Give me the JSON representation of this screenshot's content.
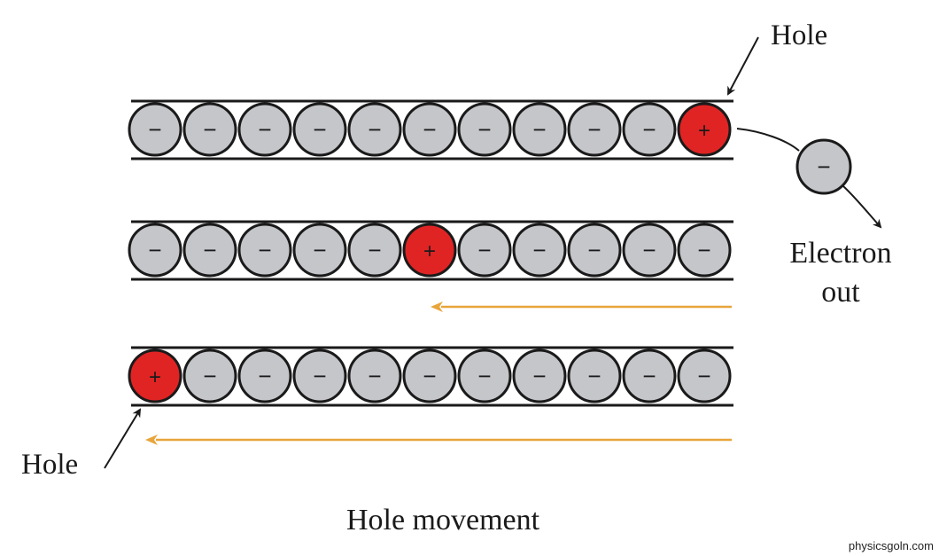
{
  "labels": {
    "hole_top": "Hole",
    "hole_bottom": "Hole",
    "electron_line1": "Electron",
    "electron_line2": "out",
    "caption": "Hole movement",
    "watermark": "physicsgoln.com"
  },
  "symbols": {
    "electron": "−",
    "hole": "+"
  },
  "rows": [
    {
      "name": "row-1",
      "cells": 11,
      "hole_index": 10
    },
    {
      "name": "row-2",
      "cells": 11,
      "hole_index": 5
    },
    {
      "name": "row-3",
      "cells": 11,
      "hole_index": 0
    }
  ],
  "colors": {
    "electron_fill": "#c4c6ca",
    "hole_fill": "#e02424",
    "outline": "#1a1a1a",
    "arrow_movement": "#e8a53a"
  }
}
